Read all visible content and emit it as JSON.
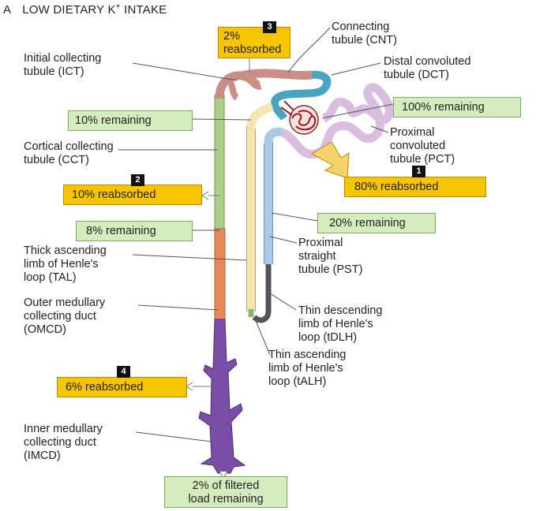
{
  "title": {
    "panel": "A",
    "text": "LOW DIETARY K+ INTAKE"
  },
  "labels": {
    "ict": [
      "Initial collecting",
      "tubule (ICT)"
    ],
    "cnt": [
      "Connecting",
      "tubule (CNT)"
    ],
    "dct": [
      "Distal convoluted",
      "tubule (DCT)"
    ],
    "pct": [
      "Proximal",
      "convoluted",
      "tubule (PCT)"
    ],
    "cct": [
      "Cortical collecting",
      "tubule (CCT)"
    ],
    "tal": [
      "Thick ascending",
      "limb of Henle's",
      "loop (TAL)"
    ],
    "pst": [
      "Proximal",
      "straight",
      "tubule (PST)"
    ],
    "omcd": [
      "Outer medullary",
      "collecting duct",
      "(OMCD)"
    ],
    "tdlh": [
      "Thin descending",
      "limb of Henle's",
      "loop (tDLH)"
    ],
    "talh": [
      "Thin ascending",
      "limb of Henle's",
      "loop (tALH)"
    ],
    "imcd": [
      "Inner medullary",
      "collecting duct",
      "(IMCD)"
    ]
  },
  "boxes": {
    "b3": {
      "badge": "3",
      "lines": [
        "2%",
        "reabsorbed"
      ]
    },
    "b1": {
      "badge": "1",
      "lines": [
        "80% reabsorbed"
      ]
    },
    "b2": {
      "badge": "2",
      "lines": [
        "10% reabsorbed"
      ]
    },
    "b4": {
      "badge": "4",
      "lines": [
        "6% reabsorbed"
      ]
    },
    "g100": {
      "lines": [
        "100% remaining"
      ]
    },
    "g10": {
      "lines": [
        "10% remaining"
      ]
    },
    "g20": {
      "lines": [
        "20% remaining"
      ]
    },
    "g8": {
      "lines": [
        "8% remaining"
      ]
    },
    "gfinal": {
      "lines": [
        "2% of filtered",
        "load remaining"
      ]
    }
  },
  "colors": {
    "yellow_box": "#f7c400",
    "green_box": "#d5ecbf",
    "pct": "#d9bedf",
    "pst": "#a9c9e8",
    "dct": "#4aa3bf",
    "cnt": "#c98e86",
    "cct": "#a9cf88",
    "omcd": "#e6885a",
    "imcd": "#7a4ea6",
    "tal": "#f4e6b2",
    "thin_limb": "#555555"
  }
}
